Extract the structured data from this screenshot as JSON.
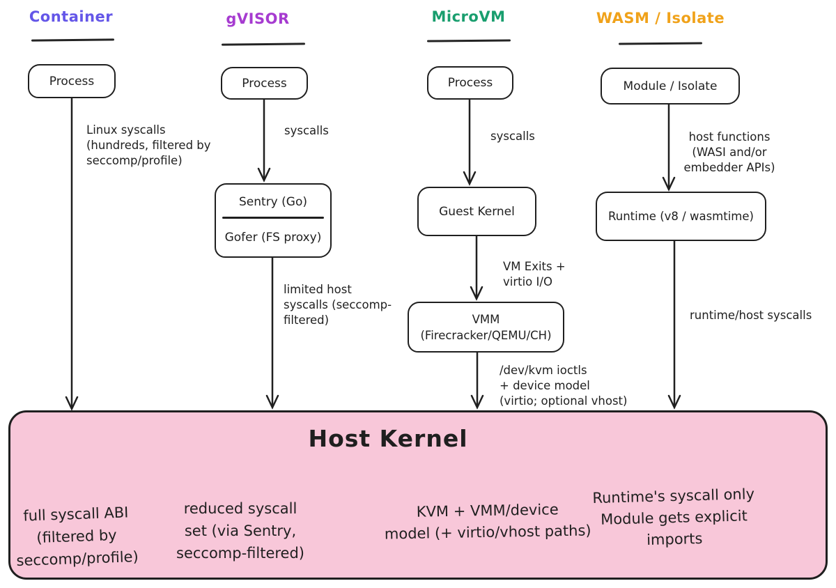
{
  "palette": {
    "ink": "#1f1f1f",
    "container_accent": "#6456e8",
    "gvisor_accent": "#a63bd0",
    "microvm_accent": "#199e6e",
    "wasm_accent": "#f0a21a",
    "host_kernel_fill": "#f8c7d9"
  },
  "headers": {
    "container": "Container",
    "gvisor": "gVISOR",
    "microvm": "MicroVM",
    "wasm": "WASM / Isolate"
  },
  "boxes": {
    "container_process": "Process",
    "gvisor_process": "Process",
    "microvm_process": "Process",
    "wasm_module": "Module / Isolate",
    "sentry": "Sentry (Go)",
    "gofer": "Gofer (FS proxy)",
    "guest_kernel": "Guest Kernel",
    "runtime": "Runtime (v8 / wasmtime)",
    "vmm": "VMM\n(Firecracker/QEMU/CH)"
  },
  "edge_labels": {
    "container_syscalls": "Linux syscalls\n(hundreds, filtered by\nseccomp/profile)",
    "gvisor_syscalls": "syscalls",
    "gvisor_limited": "limited host\nsyscalls (seccomp-\nfiltered)",
    "microvm_syscalls": "syscalls",
    "vm_exits": "VM Exits +\nvirtio I/O",
    "kvm_ioctls": "/dev/kvm ioctls\n+ device model\n(virtio; optional vhost)",
    "wasm_host_functions": "host functions\n(WASI and/or\nembedder APIs)",
    "wasm_runtime_syscalls": "runtime/host syscalls"
  },
  "host_kernel": {
    "title": "Host Kernel",
    "container_note": "full syscall ABI\n(filtered by\nseccomp/profile)",
    "gvisor_note": "reduced syscall\nset (via Sentry,\nseccomp-filtered)",
    "microvm_note": "KVM + VMM/device\nmodel (+ virtio/vhost paths)",
    "wasm_note": "Runtime's syscall only\nModule gets explicit\nimports"
  }
}
